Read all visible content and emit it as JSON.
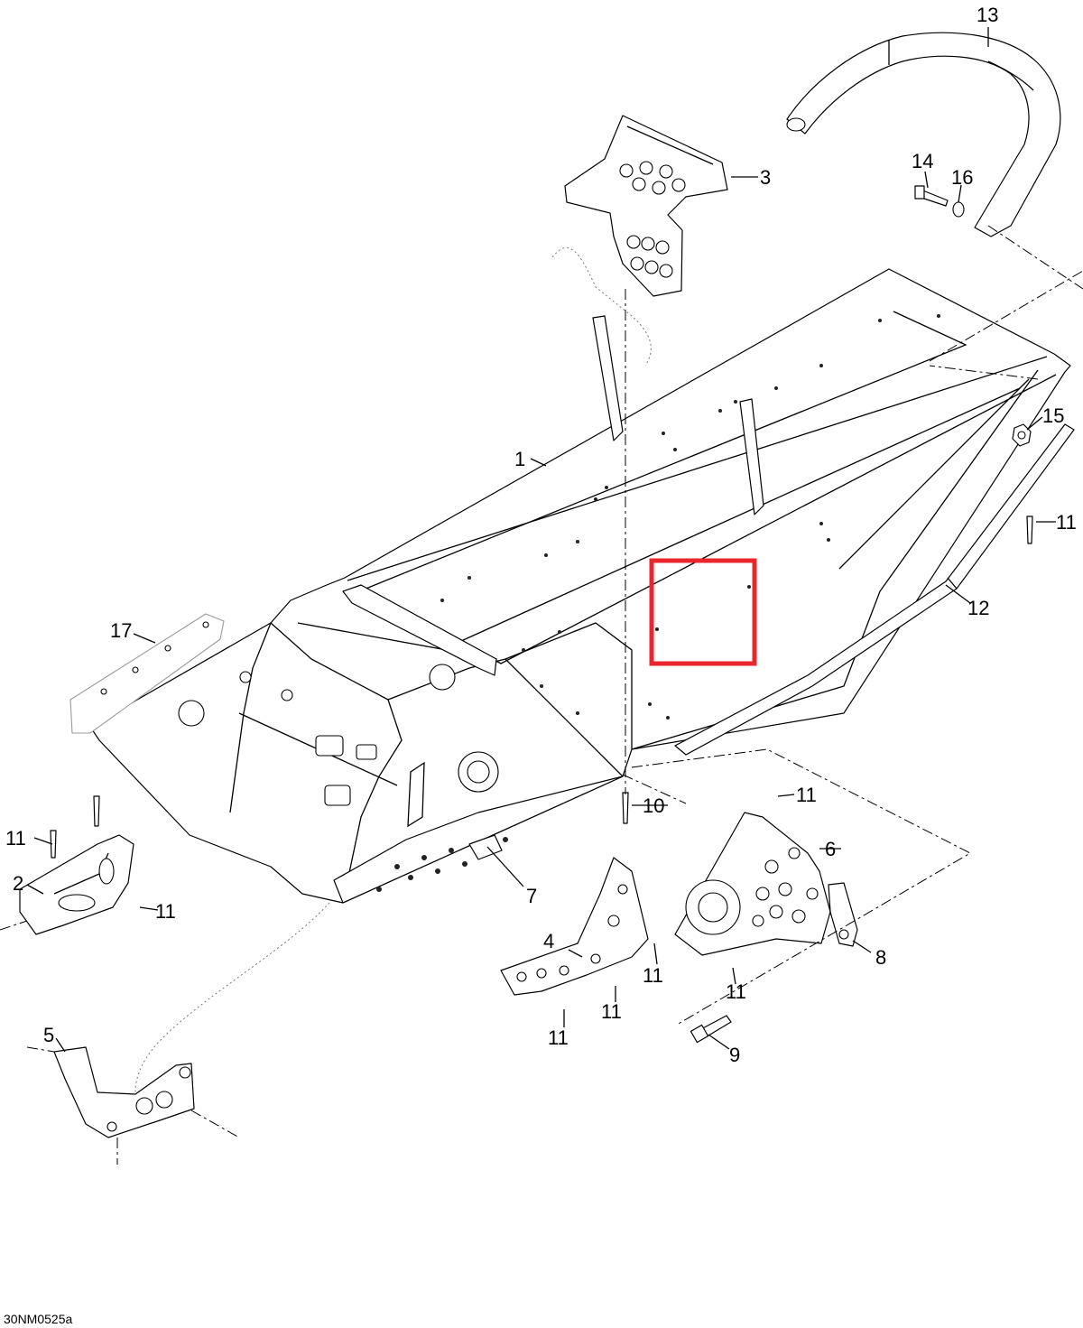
{
  "diagram": {
    "code": "30NM0525a",
    "highlight_color": "#e8262b",
    "callouts": [
      {
        "id": "c1",
        "text": "1"
      },
      {
        "id": "c2",
        "text": "2"
      },
      {
        "id": "c3",
        "text": "3"
      },
      {
        "id": "c4",
        "text": "4"
      },
      {
        "id": "c5",
        "text": "5"
      },
      {
        "id": "c6",
        "text": "6"
      },
      {
        "id": "c7",
        "text": "7"
      },
      {
        "id": "c8",
        "text": "8"
      },
      {
        "id": "c9",
        "text": "9"
      },
      {
        "id": "c10",
        "text": "10"
      },
      {
        "id": "c11a",
        "text": "11"
      },
      {
        "id": "c11b",
        "text": "11"
      },
      {
        "id": "c11c",
        "text": "11"
      },
      {
        "id": "c11d",
        "text": "11"
      },
      {
        "id": "c11e",
        "text": "11"
      },
      {
        "id": "c11f",
        "text": "11"
      },
      {
        "id": "c11g",
        "text": "11"
      },
      {
        "id": "c11h",
        "text": "11"
      },
      {
        "id": "c12",
        "text": "12"
      },
      {
        "id": "c13",
        "text": "13"
      },
      {
        "id": "c14",
        "text": "14"
      },
      {
        "id": "c15",
        "text": "15"
      },
      {
        "id": "c16",
        "text": "16"
      },
      {
        "id": "c17",
        "text": "17"
      }
    ]
  }
}
